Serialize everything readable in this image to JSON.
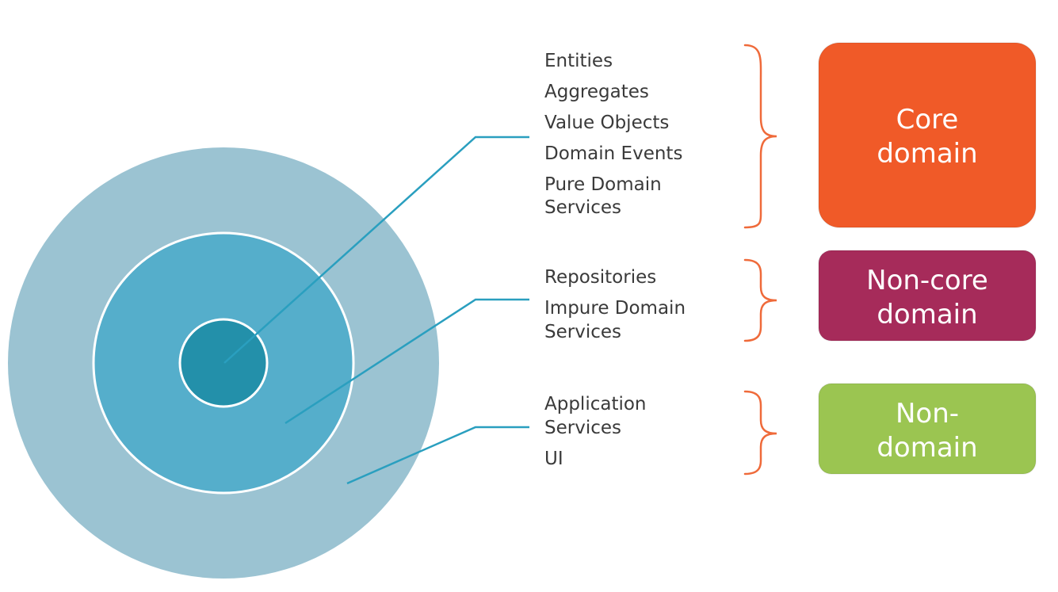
{
  "colors": {
    "outer_ring": "#9bc3d2",
    "middle_ring": "#55aecb",
    "inner_core": "#2390aa",
    "ring_border": "#ffffff",
    "leader_line": "#2a9fbf",
    "brace": "#ef6a3a",
    "label_text": "#3a3a3a",
    "core_box": "#f05a28",
    "noncore_box": "#a62b5a",
    "nondomain_box": "#9bc551",
    "box_text": "#ffffff"
  },
  "layers": [
    {
      "id": "core",
      "items": [
        "Entities",
        "Aggregates",
        "Value Objects",
        "Domain Events",
        "Pure Domain",
        "Services"
      ],
      "box_lines": [
        "Core",
        "domain"
      ]
    },
    {
      "id": "noncore",
      "items": [
        "Repositories",
        "Impure Domain",
        "Services"
      ],
      "box_lines": [
        "Non-core",
        "domain"
      ]
    },
    {
      "id": "nondomain",
      "items": [
        "Application",
        "Services",
        "UI"
      ],
      "box_lines": [
        "Non-",
        "domain"
      ]
    }
  ]
}
